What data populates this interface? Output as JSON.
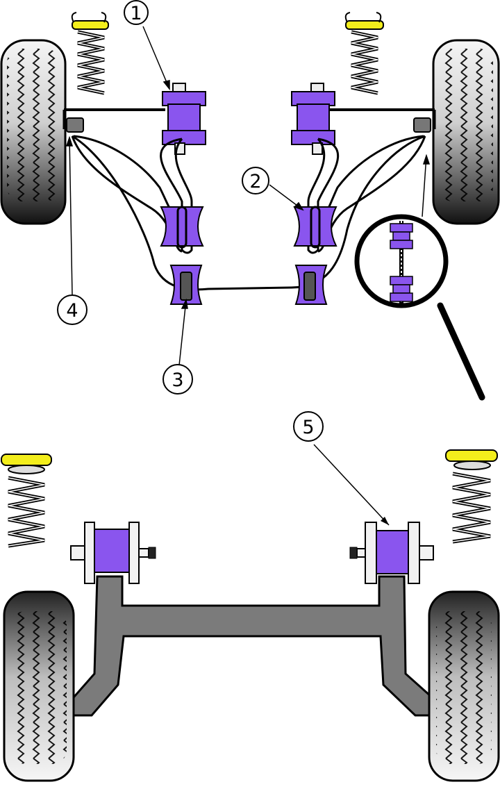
{
  "colors": {
    "bush": "#8a55ee",
    "bush_dark": "#5a2fb8",
    "spring_cap": "#f3ee1c",
    "tyre_light": "#f4f4f4",
    "tyre_dark": "#111111",
    "beam": "#7a7a7a",
    "outline": "#000000"
  },
  "icons": [
    "magnifier-icon"
  ],
  "callouts": [
    {
      "id": "1",
      "label": "1"
    },
    {
      "id": "2",
      "label": "2"
    },
    {
      "id": "3",
      "label": "3"
    },
    {
      "id": "4",
      "label": "4"
    },
    {
      "id": "5",
      "label": "5"
    }
  ]
}
